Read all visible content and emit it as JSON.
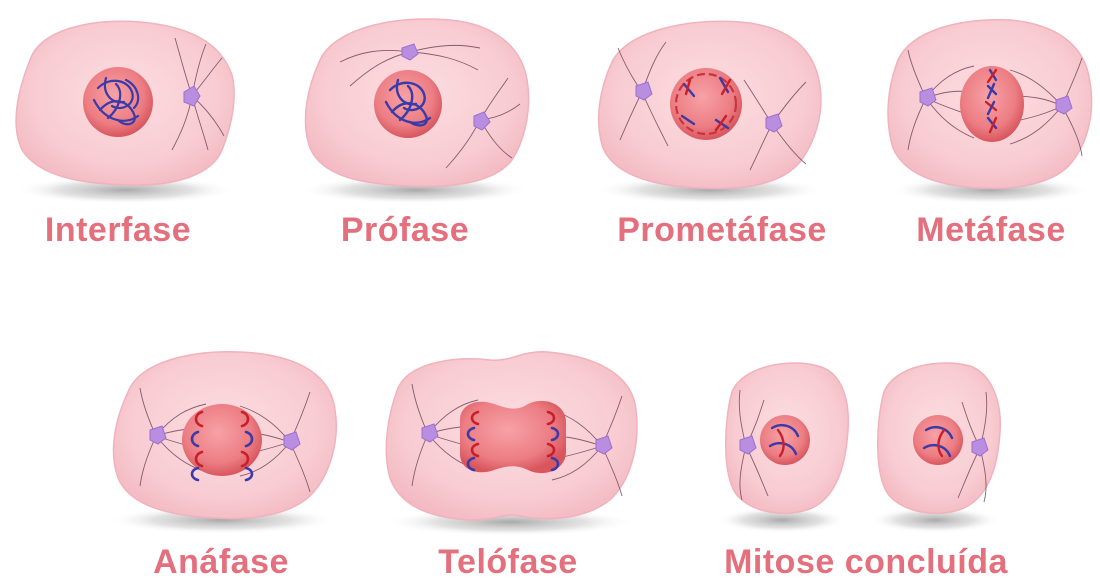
{
  "phases": [
    {
      "id": "interfase",
      "label": "Interfase"
    },
    {
      "id": "profase",
      "label": "Prófase"
    },
    {
      "id": "prometafase",
      "label": "Prometáfase"
    },
    {
      "id": "metafase",
      "label": "Metáfase"
    },
    {
      "id": "anafase",
      "label": "Anáfase"
    },
    {
      "id": "telofase",
      "label": "Telófase"
    },
    {
      "id": "mitose-concluida",
      "label": "Mitose concluída"
    }
  ],
  "colors": {
    "label": "#e46f7d",
    "cytoplasm": "#f7c9cf",
    "cytoplasm_edge": "#f0b4bd",
    "nucleus": "#ee8287",
    "nucleus_dark": "#c9343c",
    "chromosome_blue": "#3a3aa8",
    "chromosome_red": "#c7202a",
    "centrosome": "#b98ee0",
    "spindle": "#6b3f55",
    "shadow": "#bdbdbd"
  }
}
